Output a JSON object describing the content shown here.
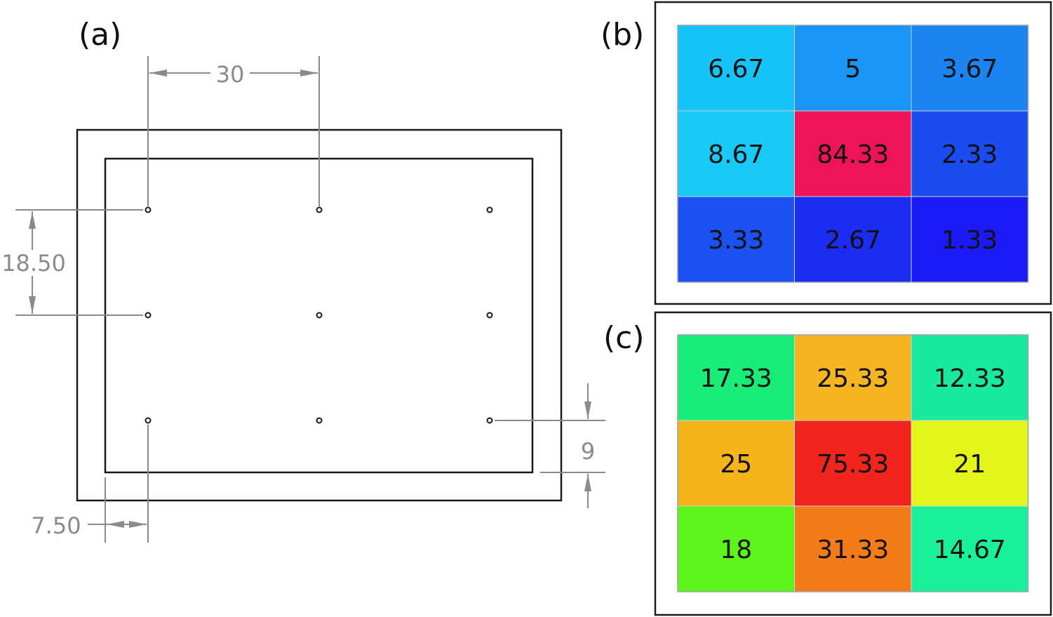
{
  "panels": {
    "a": {
      "tag": "(a)"
    },
    "b": {
      "tag": "(b)"
    },
    "c": {
      "tag": "(c)"
    }
  },
  "dimensions": {
    "hole_spacing_x": "30",
    "hole_spacing_y": "18.50",
    "edge_offset_x": "7.50",
    "edge_offset_y": "9"
  },
  "grid_b": {
    "values": [
      [
        "6.67",
        "5",
        "3.67"
      ],
      [
        "8.67",
        "84.33",
        "2.33"
      ],
      [
        "3.33",
        "2.67",
        "1.33"
      ]
    ],
    "colors": [
      [
        "#17c4f9",
        "#1b95f5",
        "#1b84f1"
      ],
      [
        "#19c9f6",
        "#ed1557",
        "#1b4cf0"
      ],
      [
        "#1b51f0",
        "#1b2df3",
        "#1b1af4"
      ]
    ]
  },
  "grid_c": {
    "values": [
      [
        "17.33",
        "25.33",
        "12.33"
      ],
      [
        "25",
        "75.33",
        "21"
      ],
      [
        "18",
        "31.33",
        "14.67"
      ]
    ],
    "colors": [
      [
        "#19eb78",
        "#f4b520",
        "#18e99f"
      ],
      [
        "#f5b419",
        "#f1251e",
        "#e3f51b"
      ],
      [
        "#5cf51a",
        "#f47b19",
        "#1aef9a"
      ]
    ]
  }
}
